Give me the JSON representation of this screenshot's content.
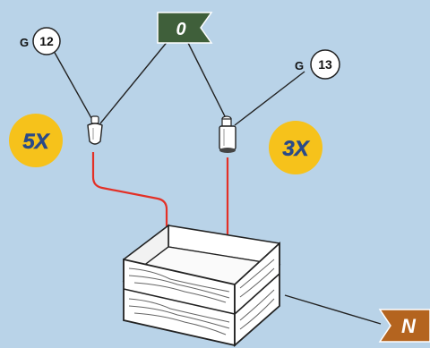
{
  "flag_top": {
    "label": "0",
    "color": "#3f5f3a"
  },
  "flag_bottom": {
    "label": "N",
    "color": "#b4641f"
  },
  "callout_left": {
    "prefix": "G",
    "number": "12"
  },
  "callout_right": {
    "prefix": "G",
    "number": "13"
  },
  "badge_left": {
    "label": "5X",
    "color": "#f6c21b"
  },
  "badge_right": {
    "label": "3X",
    "color": "#f6c21b"
  },
  "colors": {
    "background": "#b9d3e8",
    "arrow": "#e33026",
    "line": "#222222"
  },
  "icons": {
    "left_part": "small-plug-icon",
    "right_part": "cylinder-plug-icon",
    "box": "storage-crate-icon"
  }
}
